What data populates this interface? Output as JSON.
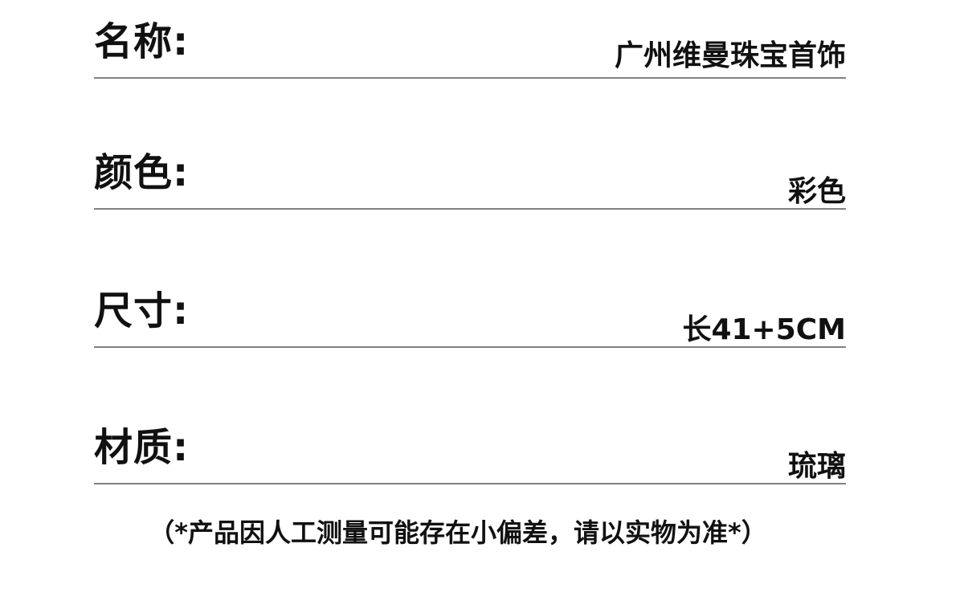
{
  "specs": {
    "name": {
      "label": "名称:",
      "value": "广州维曼珠宝首饰"
    },
    "color": {
      "label": "颜色:",
      "value": "彩色"
    },
    "size": {
      "label": "尺寸:",
      "value": "长41+5CM"
    },
    "material": {
      "label": "材质:",
      "value": "琉璃"
    }
  },
  "footnote": "（*产品因人工测量可能存在小偏差，请以实物为准*）"
}
